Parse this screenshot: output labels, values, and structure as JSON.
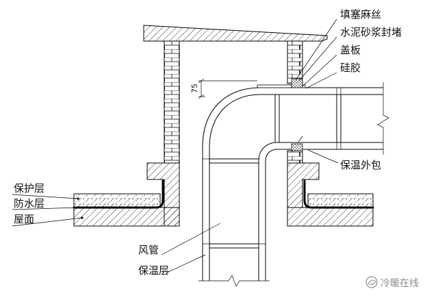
{
  "labels": {
    "packing": "填塞麻丝",
    "mortar_seal": "水泥砂浆封堵",
    "cover_plate": "盖板",
    "silicone": "硅胶",
    "insulation_wrap": "保温外包",
    "protection_layer": "保护层",
    "waterproof_layer": "防水层",
    "roof_surface": "屋面",
    "air_duct": "风管",
    "insulation_layer": "保温层"
  },
  "dimension": {
    "value": "75"
  },
  "watermark": {
    "text": "冷暖在线",
    "icon": "wechat-logo-icon"
  },
  "colors": {
    "line": "#000000",
    "watermark": "#8c8c8c"
  }
}
